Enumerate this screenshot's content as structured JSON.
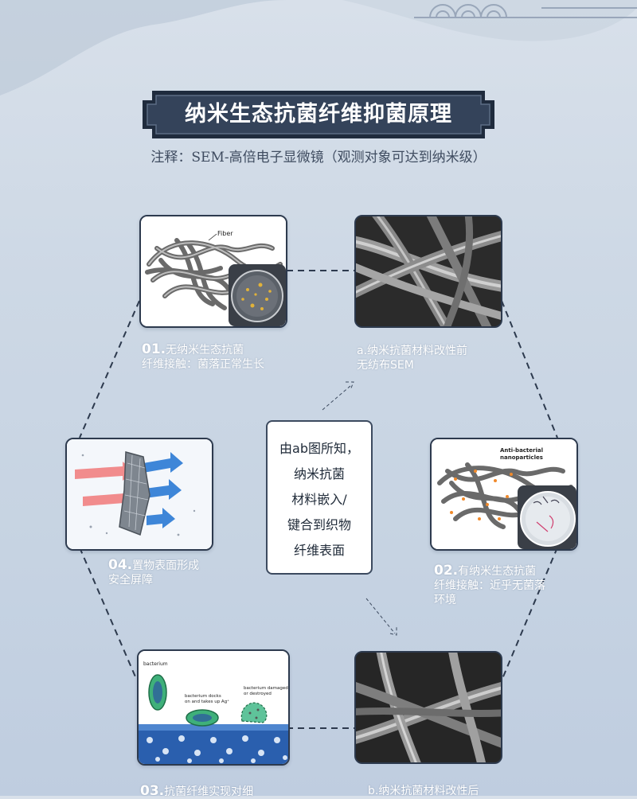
{
  "header": {
    "title": "纳米生态抗菌纤维抑菌原理",
    "subtitle": "注释：SEM-高倍电子显微镜（观测对象可达到纳米级）"
  },
  "steps": {
    "s01": {
      "num": "01.",
      "line1": "无纳米生态抗菌",
      "line2": "纤维接触：菌落正常生长",
      "label_fiber": "Fiber"
    },
    "sa": {
      "line1": "a.纳米抗菌材料改性前",
      "line2": "无纺布SEM"
    },
    "s02": {
      "num": "02.",
      "line1": "有纳米生态抗菌",
      "line2": "纤维接触：近乎无菌落",
      "line3": "环境",
      "label1": "Anti-bacterial",
      "label2": "nanoparticles"
    },
    "s04": {
      "num": "04.",
      "line1": "置物表面形成",
      "line2": "安全屏障"
    },
    "s03": {
      "num": "03.",
      "line1": "抗菌纤维实现对细",
      "label_a": "bacterium",
      "label_b1": "bacterium docks",
      "label_b2": "on and takes up Ag⁺",
      "label_c1": "bacterium damaged",
      "label_c2": "or destroyed"
    },
    "sb": {
      "line1": "b.纳米抗菌材料改性后"
    }
  },
  "center": {
    "lines": [
      "由ab图所知，",
      "纳米抗菌",
      "材料嵌入/",
      "键合到织物",
      "纤维表面"
    ]
  },
  "colors": {
    "frame": "#2d3a4e",
    "accent_orange": "#f08a2c",
    "bg": "#c9d5e3"
  }
}
